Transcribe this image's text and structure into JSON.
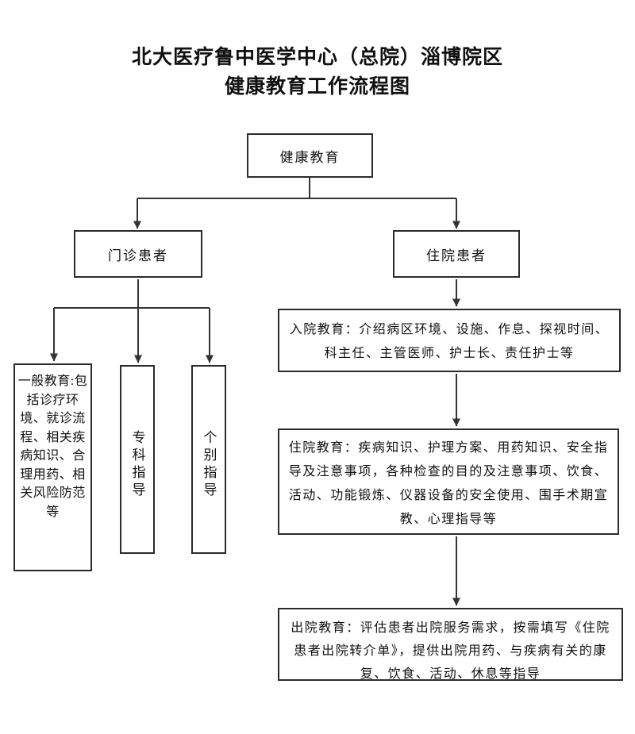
{
  "title": {
    "line1": "北大医疗鲁中医学中心（总院）淄博院区",
    "line2": "健康教育工作流程图"
  },
  "nodes": {
    "health_education": {
      "label": "健康教育"
    },
    "outpatient": {
      "label": "门诊患者"
    },
    "inpatient": {
      "label": "住院患者"
    },
    "general_education": {
      "label": "一般教育:包括诊疗环境、就诊流程、相关疾病知识、合理用药、相关风险防范等"
    },
    "specialist_guidance": {
      "label": "专科指导"
    },
    "individual_guidance": {
      "label": "个别指导"
    },
    "admission_education": {
      "label": "入院教育：介绍病区环境、设施、作息、探视时间、科主任、主管医师、护士长、责任护士等"
    },
    "hospitalization_education": {
      "label": "住院教育：疾病知识、护理方案、用药知识、安全指导及注意事项，各种检查的目的及注意事项、饮食、活动、功能锻炼、仪器设备的安全使用、围手术期宣教、心理指导等"
    },
    "discharge_education": {
      "label": "出院教育：评估患者出院服务需求，按需填写《住院患者出院转介单》，提供出院用药、与疾病有关的康复、饮食、活动、休息等指导"
    }
  },
  "colors": {
    "background": "#ffffff",
    "box_border": "#2b2b2b",
    "connector": "#333333",
    "text": "#111111"
  }
}
